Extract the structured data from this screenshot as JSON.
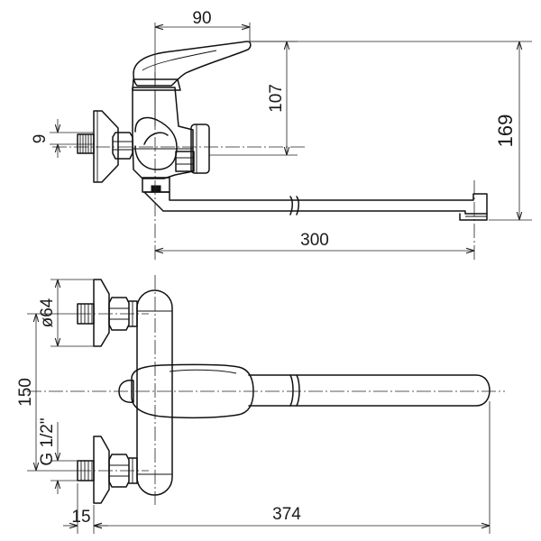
{
  "dimensions": {
    "handle_width": "90",
    "lever_height": "107",
    "overall_height": "169",
    "inlet_offset": "9",
    "spout_reach": "300",
    "flange_diameter": "ø64",
    "inlet_spacing": "150",
    "thread_size": "G 1/2\"",
    "nipple_length": "15",
    "overall_length": "374"
  },
  "colors": {
    "line": "#111111",
    "background": "#ffffff"
  }
}
